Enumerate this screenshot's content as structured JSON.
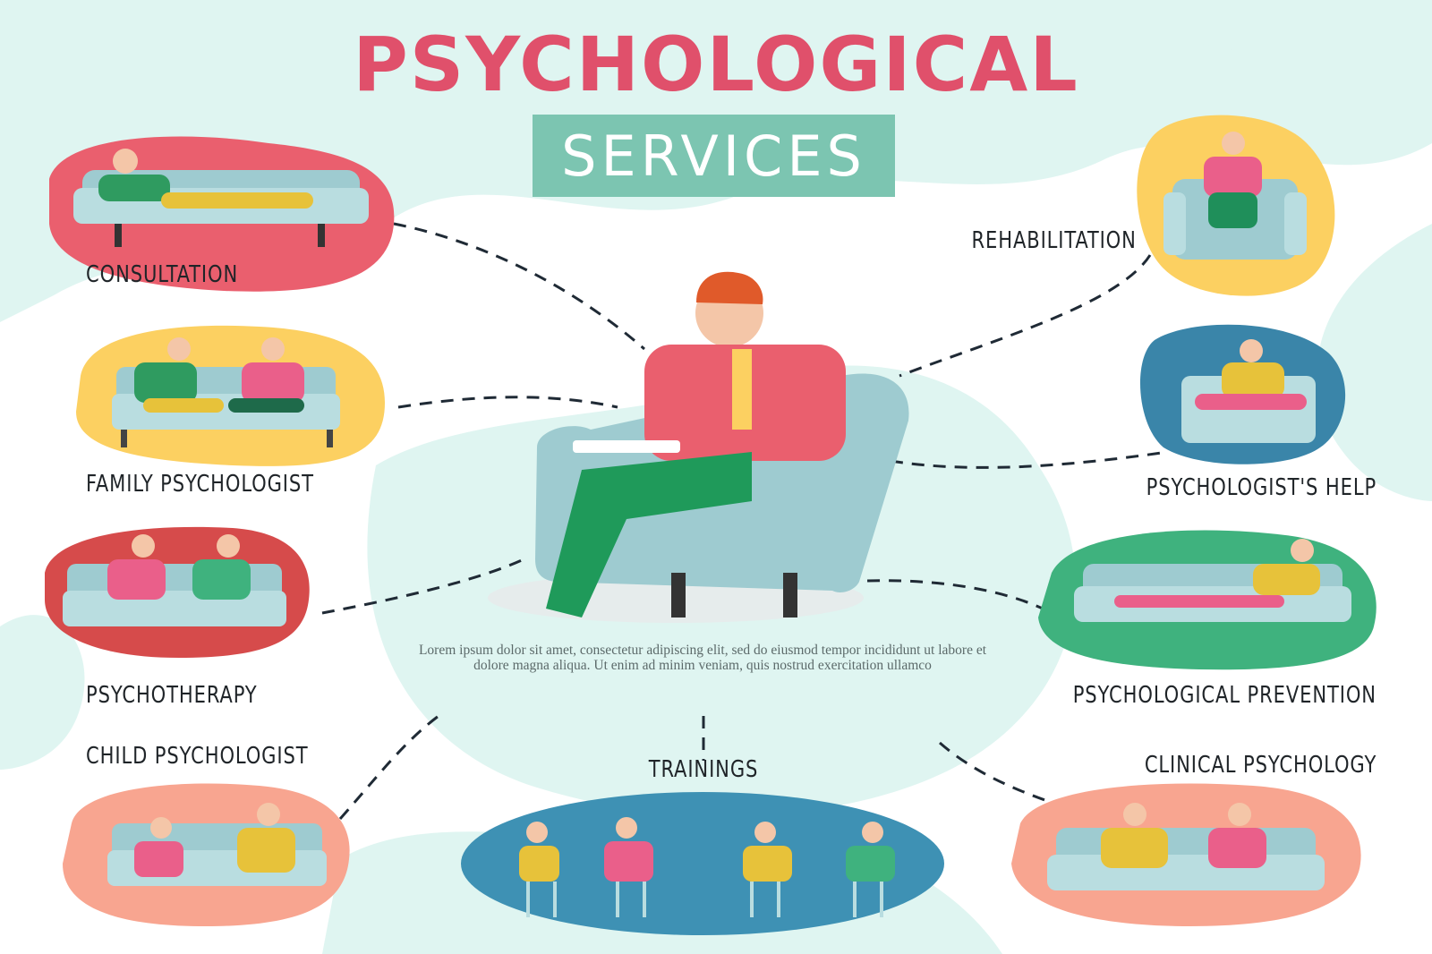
{
  "title": {
    "main": "PSYCHOLOGICAL",
    "sub": "SERVICES"
  },
  "body_text": "Lorem ipsum dolor sit amet, consectetur adipiscing elit, sed do eiusmod tempor incididunt ut labore et dolore magna aliqua. Ut enim ad minim veniam, quis nostrud exercitation ullamco",
  "services": {
    "consultation": "CONSULTATION",
    "family": "FAMILY PSYCHOLOGIST",
    "psychotherapy": "PSYCHOTHERAPY",
    "child": "CHILD PSYCHOLOGIST",
    "trainings": "TRAININGS",
    "rehabilitation": "REHABILITATION",
    "help": "PSYCHOLOGIST'S HELP",
    "prevention": "PSYCHOLOGICAL PREVENTION",
    "clinical": "CLINICAL PSYCHOLOGY"
  },
  "colors": {
    "title": "#e0506b",
    "badge": "#7cc5b1",
    "text": "#1f2428",
    "blob_bg": "#dff5f1",
    "coral": "#ea5f6e",
    "yellow": "#fcd061",
    "red": "#d64b4b",
    "peach": "#f8a590",
    "blue": "#3e91b4",
    "steel": "#3a85a9",
    "green": "#3fb27e",
    "sofa": "#9ecbd0"
  },
  "icons": [
    "sofa-icon",
    "armchair-icon",
    "person-icon",
    "chair-icon"
  ]
}
